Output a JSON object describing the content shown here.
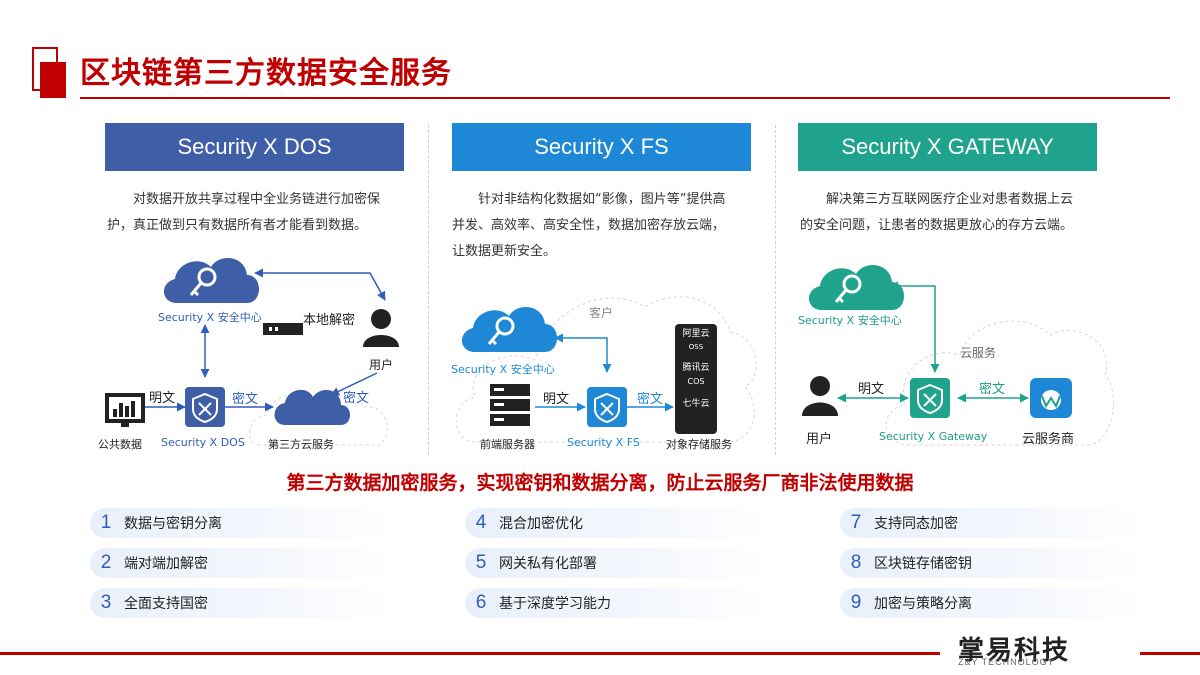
{
  "page": {
    "title": "区块链第三方数据安全服务"
  },
  "colors": {
    "accent": "#c00000",
    "dos": "#3f5ea8",
    "fs": "#1e88d6",
    "gateway": "#1fa38c"
  },
  "columns": [
    {
      "header": "Security X DOS",
      "desc_lines": [
        "对数据开放共享过程中全业务链进行加密保",
        "护，真正做到只有数据所有者才能看到数据。"
      ],
      "nodes": {
        "key_center": "Security X 安全中心",
        "hub": "Security X DOS",
        "public_data": "公共数据",
        "third_party_cloud": "第三方云服务",
        "user": "用户"
      },
      "edges": {
        "local_decrypt": "本地解密",
        "plaintext": "明文",
        "ciphertext_1": "密文",
        "ciphertext_2": "密文"
      },
      "icons": [
        "key-cloud-icon",
        "shield-x-icon",
        "monitor-chart-icon",
        "cloud-icon",
        "user-icon",
        "device-icon"
      ]
    },
    {
      "header": "Security X FS",
      "desc_lines": [
        "针对非结构化数据如“影像，图片等”提供高",
        "并发、高效率、高安全性，数据加密存放云端，",
        "让数据更新安全。"
      ],
      "nodes": {
        "customer": "客户",
        "key_center": "Security X 安全中心",
        "frontend_server": "前端服务器",
        "hub": "Security X FS",
        "object_storage": "对象存储服务"
      },
      "edges": {
        "plaintext": "明文",
        "ciphertext": "密文"
      },
      "storage_brands": [
        "阿里云",
        "OSS",
        "腾讯云",
        "COS",
        "七牛云"
      ],
      "icons": [
        "key-cloud-icon",
        "server-icon",
        "shield-x-icon",
        "storage-icon"
      ]
    },
    {
      "header": "Security X GATEWAY",
      "desc_lines": [
        "解决第三方互联网医疗企业对患者数据上云",
        "的安全问题，让患者的数据更放心的存方云端。"
      ],
      "nodes": {
        "key_center": "Security X 安全中心",
        "cloud_service": "云服务",
        "user": "用户",
        "hub": "Security X Gateway",
        "cloud_provider": "云服务商"
      },
      "edges": {
        "plaintext": "明文",
        "ciphertext": "密文"
      },
      "icons": [
        "key-cloud-icon",
        "user-icon",
        "shield-x-icon",
        "provider-icon"
      ]
    }
  ],
  "tagline": "第三方数据加密服务，实现密钥和数据分离，防止云服务厂商非法使用数据",
  "features": [
    {
      "num": "1",
      "text": "数据与密钥分离"
    },
    {
      "num": "2",
      "text": "端对端加解密"
    },
    {
      "num": "3",
      "text": "全面支持国密"
    },
    {
      "num": "4",
      "text": "混合加密优化"
    },
    {
      "num": "5",
      "text": "网关私有化部署"
    },
    {
      "num": "6",
      "text": "基于深度学习能力"
    },
    {
      "num": "7",
      "text": "支持同态加密"
    },
    {
      "num": "8",
      "text": "区块链存储密钥"
    },
    {
      "num": "9",
      "text": "加密与策略分离"
    }
  ],
  "logo": {
    "name": "掌易科技",
    "sub": "Z&Y TECHNOLOGY"
  }
}
